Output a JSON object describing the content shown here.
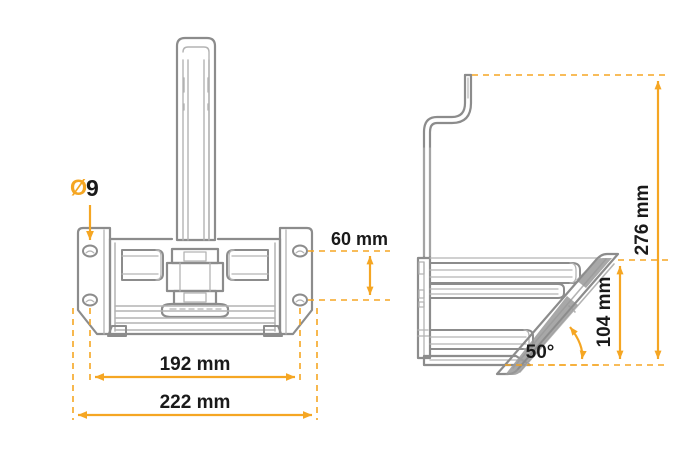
{
  "drawing": {
    "title": "Technical dimension drawing - two orthographic views of a mounting bracket",
    "views": [
      {
        "name": "front-view",
        "label": ""
      },
      {
        "name": "side-view",
        "label": ""
      }
    ],
    "colors": {
      "dimension_orange": "#F5A623",
      "outline_gray": "#8C8C8C",
      "outline_gray_light": "#B3B3B3",
      "text_black": "#1A1A1A",
      "background": "#FFFFFF"
    }
  },
  "annotations": {
    "hole_diameter": {
      "symbol": "Ø",
      "value": "9",
      "full": "Ø 9"
    },
    "height_60": "60 mm",
    "width_192": "192 mm",
    "width_222": "222 mm",
    "height_276": "276 mm",
    "height_104": "104 mm",
    "angle_50": "50°"
  }
}
